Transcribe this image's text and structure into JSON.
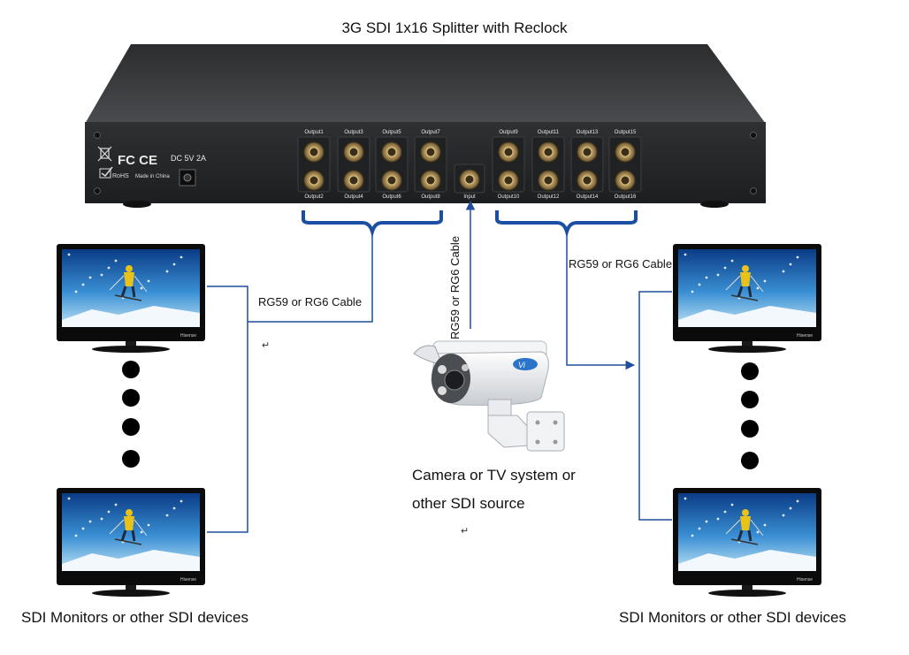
{
  "title": "3G SDI 1x16 Splitter with Reclock",
  "device": {
    "output_labels_top": [
      "Output1",
      "Output3",
      "Output5",
      "Output7",
      "Output9",
      "Output11",
      "Output13",
      "Output15"
    ],
    "output_labels_bottom": [
      "Output2",
      "Output4",
      "Output6",
      "Output8",
      "Output10",
      "Output12",
      "Output14",
      "Output16"
    ],
    "input_label": "Input",
    "power_label": "DC 5V 2A",
    "made_in": "Made in China",
    "cert_marks": "FC CE",
    "rohs": "RoHS"
  },
  "cables": {
    "left": "RG59 or RG6 Cable",
    "center": "RG59 or RG6 Cable",
    "right": "RG59 or RG6 Cable"
  },
  "source": {
    "line1": "Camera or TV system or",
    "line2": "other SDI source",
    "camera_brand": "Vi"
  },
  "monitors": {
    "left_caption": "SDI Monitors or other SDI devices",
    "right_caption": "SDI Monitors or other SDI devices",
    "brand": "Hisense"
  },
  "return_mark": "↵",
  "colors": {
    "line": "#1f4e9c",
    "brace": "#1a4fa3",
    "device_body": "#2b2d2f",
    "device_top": "#3a3c3e"
  }
}
